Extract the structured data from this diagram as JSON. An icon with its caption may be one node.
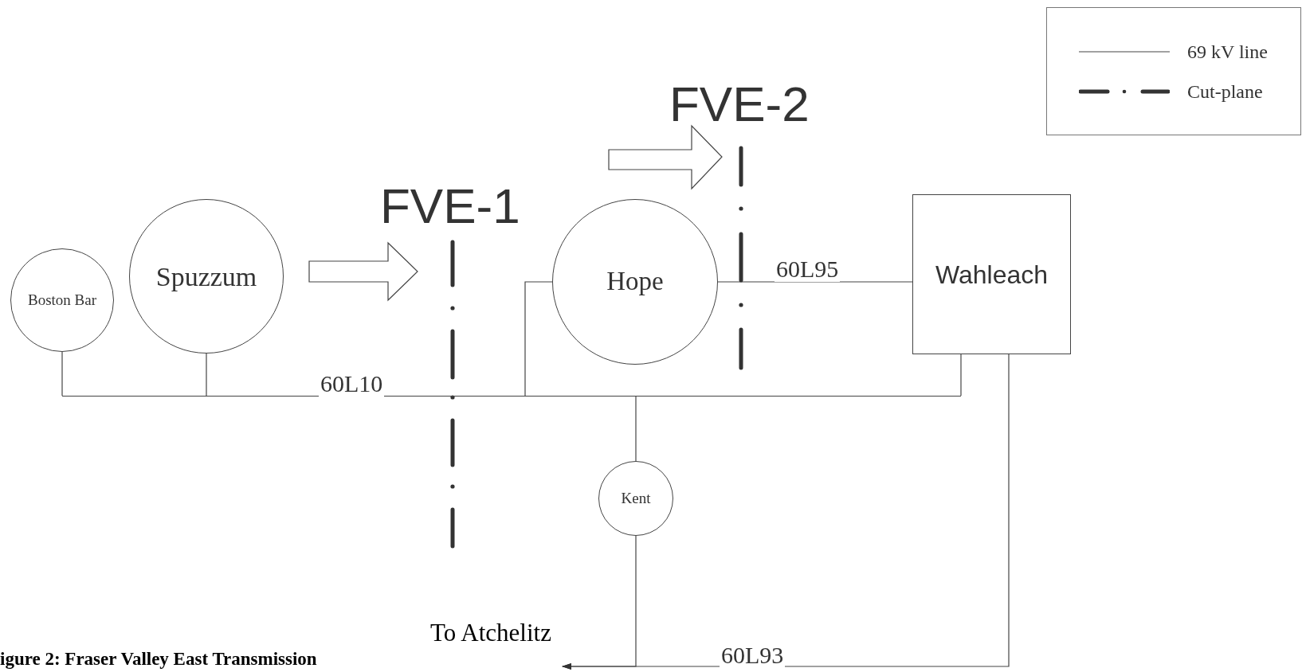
{
  "diagram": {
    "caption": "igure 2: Fraser Valley East Transmission",
    "nodes": [
      {
        "text": [
          "Boston Bar"
        ]
      },
      {
        "text": [
          "Spuzzum"
        ]
      },
      {
        "text": [
          "Hope"
        ]
      },
      {
        "text": [
          "Wahleach"
        ]
      },
      {
        "text": [
          "Kent"
        ]
      },
      {
        "text": [],
        "shape": "bar",
        "beside": [
          "60L10"
        ]
      }
    ],
    "edges": [
      {
        "from": 0,
        "to": 5,
        "arrow": "none"
      },
      {
        "from": 1,
        "to": 5,
        "arrow": "none"
      },
      {
        "from": 2,
        "to": 5,
        "arrow": "none"
      },
      {
        "from": 3,
        "to": 5,
        "arrow": "none"
      },
      {
        "from": 4,
        "to": 5,
        "arrow": "none"
      },
      {
        "from": 2,
        "to": 3,
        "arrow": "none",
        "label": "60L95"
      },
      {
        "from": 3,
        "to": null,
        "arrow": "to",
        "label": "60L93"
      },
      {
        "from": 4,
        "to": null,
        "arrow": "to"
      }
    ],
    "labels": [
      "FVE-2",
      "FVE-1",
      "To Atchelitz"
    ],
    "legend": [
      {
        "text": "69 kV line"
      },
      {
        "text": "Cut-plane"
      }
    ]
  }
}
